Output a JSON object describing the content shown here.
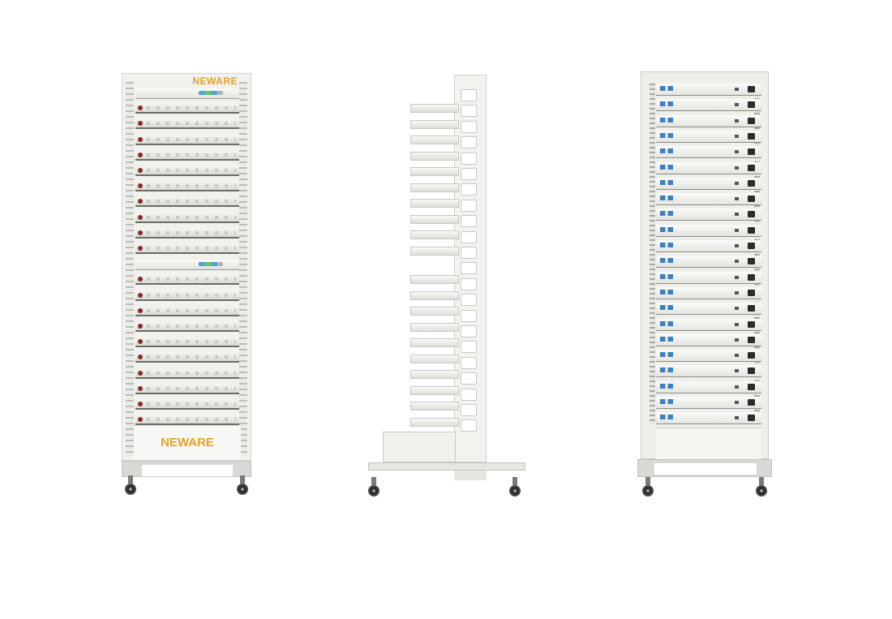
{
  "products": [
    {
      "view": "front",
      "brand_top": "NEWARE",
      "brand_bottom": "NEWARE",
      "channel_units": 20,
      "control_units": 2
    },
    {
      "view": "side",
      "shelves": 20
    },
    {
      "view": "back",
      "units": 22
    }
  ],
  "colors": {
    "background": "#ffffff",
    "brand": "#e3a12a",
    "rack_body": "#f1f1ee",
    "connector_blue": "#3d7fc2",
    "caster": "#2a2a2a"
  }
}
